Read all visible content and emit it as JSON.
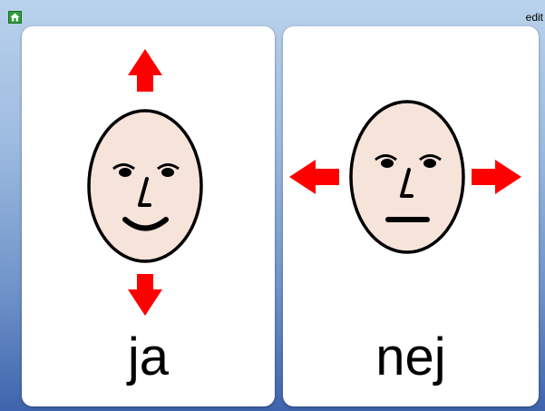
{
  "toolbar": {
    "home_icon": "home-icon",
    "edit_label": "edit"
  },
  "colors": {
    "background_top": "#b9d2ec",
    "background_bottom": "#3f64ad",
    "arrow": "#ff0000",
    "skin": "#f6e3da",
    "home_button": "#2e9e3a"
  },
  "cards": [
    {
      "label": "ja",
      "icon": "nodding-face-icon"
    },
    {
      "label": "nej",
      "icon": "head-shaking-face-icon"
    }
  ]
}
